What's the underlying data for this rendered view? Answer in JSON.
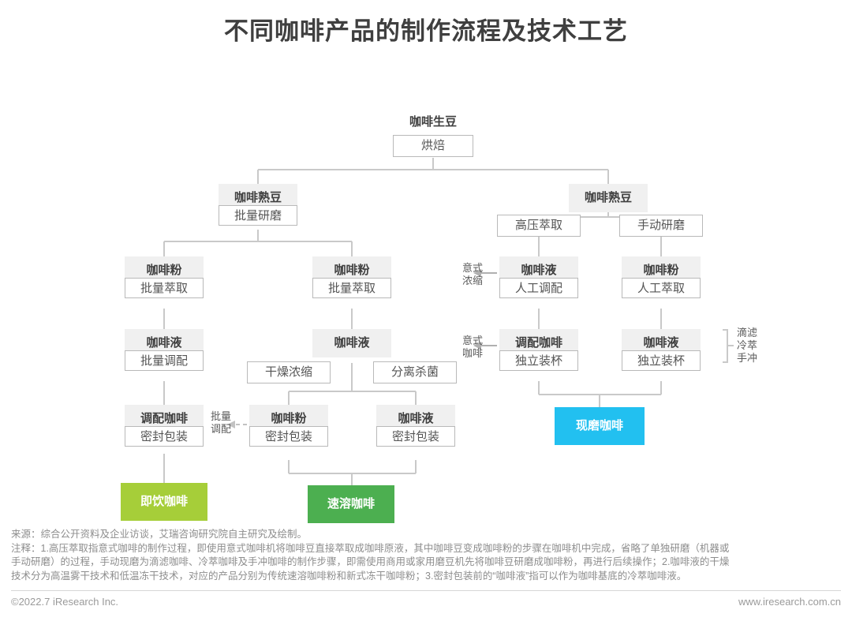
{
  "title": "不同咖啡产品的制作流程及技术工艺",
  "colors": {
    "node_head_bg": "#f0f0f0",
    "ready_to_drink": "#a6ce39",
    "instant": "#4caf50",
    "fresh_ground": "#22c0f0",
    "line": "#c9c9c9",
    "text": "#4a4a4a"
  },
  "flow": {
    "root_label": "咖啡生豆",
    "root_step": "烘焙",
    "nodes": {
      "roasted_left": {
        "head": "咖啡熟豆",
        "sub": "批量研磨"
      },
      "roasted_right": {
        "head": "咖啡熟豆"
      },
      "hp_extract": "高压萃取",
      "manual_grind": "手动研磨",
      "powder_l1": {
        "head": "咖啡粉",
        "sub": "批量萃取"
      },
      "powder_l2": {
        "head": "咖啡粉",
        "sub": "批量萃取"
      },
      "liquid_espresso": {
        "head": "咖啡液",
        "sub": "人工调配"
      },
      "powder_r": {
        "head": "咖啡粉",
        "sub": "人工萃取"
      },
      "liquid_l1": {
        "head": "咖啡液",
        "sub": "批量调配"
      },
      "liquid_l2": {
        "head": "咖啡液"
      },
      "dry_concentrate": "干燥浓缩",
      "separate_sterilize": "分离杀菌",
      "blended_coffee_r": {
        "head": "调配咖啡",
        "sub": "独立装杯"
      },
      "liquid_r": {
        "head": "咖啡液",
        "sub": "独立装杯"
      },
      "blended_coffee_l": {
        "head": "调配咖啡",
        "sub": "密封包装"
      },
      "powder_pack": {
        "head": "咖啡粉",
        "sub": "密封包装"
      },
      "liquid_pack": {
        "head": "咖啡液",
        "sub": "密封包装"
      }
    },
    "annotations": {
      "espresso_concentrate": "意式\n浓缩",
      "italian_coffee": "意式\n咖啡",
      "batch_blend": "批量\n调配",
      "brew_methods": "滴滤\n冷萃\n手冲"
    },
    "products": {
      "ready_to_drink": "即饮咖啡",
      "instant": "速溶咖啡",
      "fresh_ground": "现磨咖啡"
    }
  },
  "notes": {
    "source_line": "来源：综合公开资料及企业访谈，艾瑞咨询研究院自主研究及绘制。",
    "note_line1": "注释：1.高压萃取指意式咖啡的制作过程，即使用意式咖啡机将咖啡豆直接萃取成咖啡原液，其中咖啡豆变成咖啡粉的步骤在咖啡机中完成，省略了单独研磨（机器或",
    "note_line2": "手动研磨）的过程，手动现磨为滴滤咖啡、冷萃咖啡及手冲咖啡的制作步骤，即需使用商用或家用磨豆机先将咖啡豆研磨成咖啡粉，再进行后续操作；2.咖啡液的干燥",
    "note_line3": "技术分为高温雾干技术和低温冻干技术，对应的产品分别为传统速溶咖啡粉和新式冻干咖啡粉；3.密封包装前的“咖啡液”指可以作为咖啡基底的冷萃咖啡液。"
  },
  "footer": {
    "copyright": "©2022.7 iResearch Inc.",
    "website": "www.iresearch.com.cn"
  }
}
